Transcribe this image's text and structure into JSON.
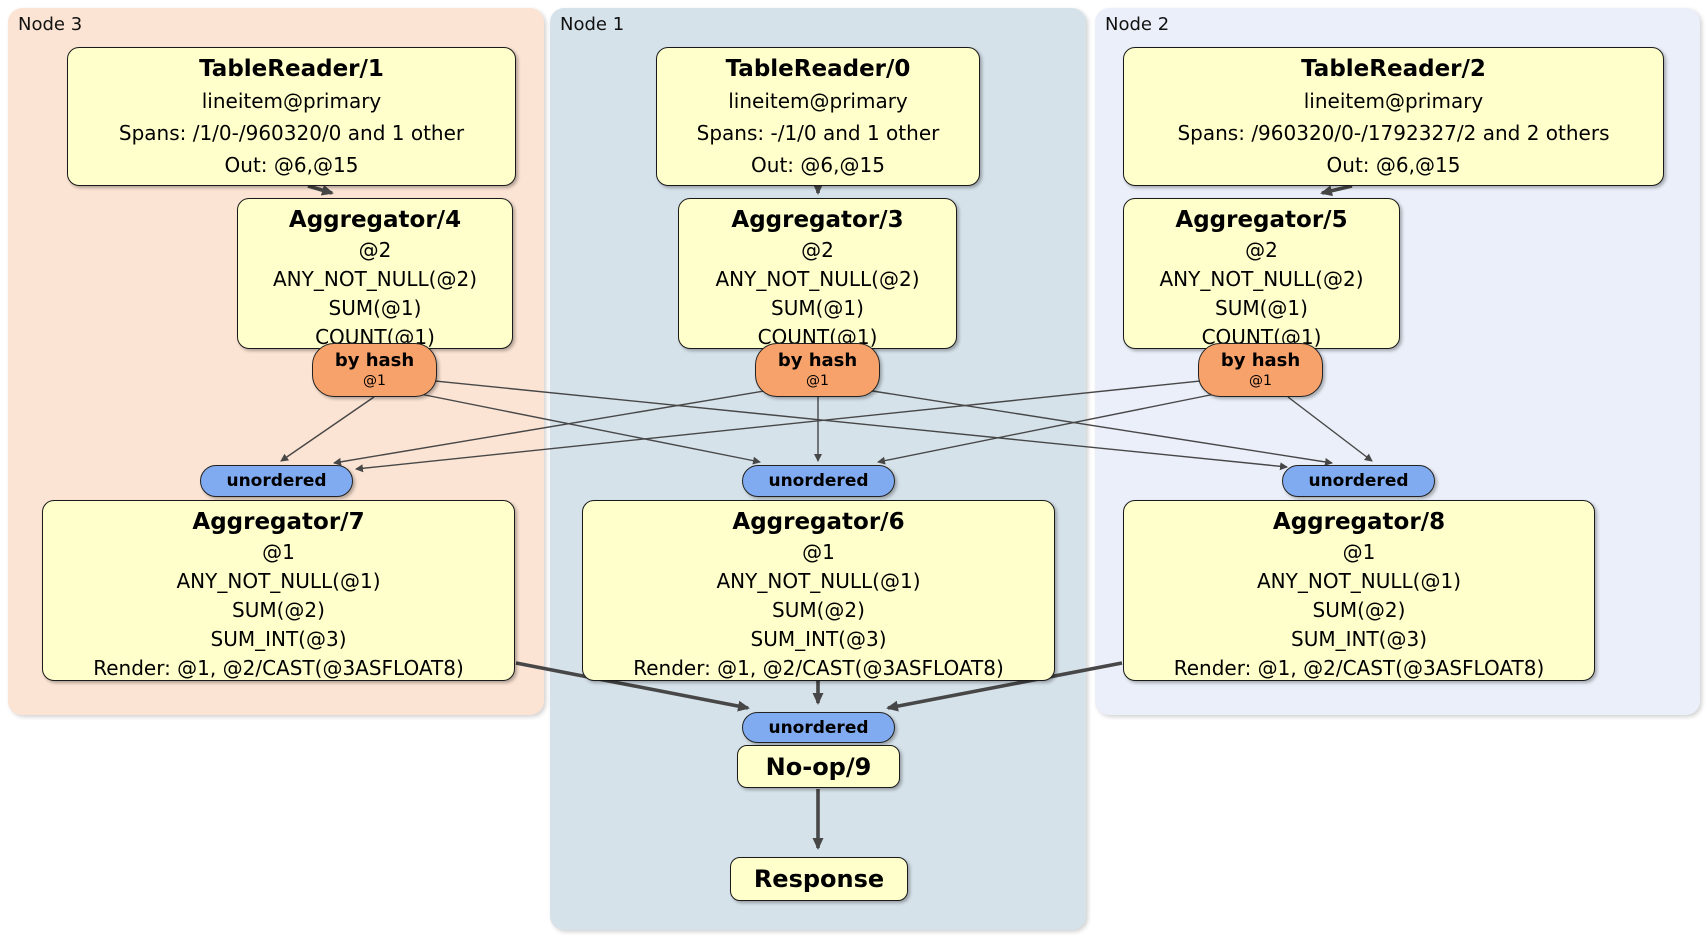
{
  "regions": {
    "node3": {
      "label": "Node 3"
    },
    "node1": {
      "label": "Node 1"
    },
    "node2": {
      "label": "Node 2"
    }
  },
  "processors": {
    "tablereader1": {
      "title": "TableReader/1",
      "lines": [
        "lineitem@primary",
        "Spans: /1/0-/960320/0 and 1 other",
        "Out: @6,@15"
      ]
    },
    "tablereader0": {
      "title": "TableReader/0",
      "lines": [
        "lineitem@primary",
        "Spans: -/1/0 and 1 other",
        "Out: @6,@15"
      ]
    },
    "tablereader2": {
      "title": "TableReader/2",
      "lines": [
        "lineitem@primary",
        "Spans: /960320/0-/1792327/2 and 2 others",
        "Out: @6,@15"
      ]
    },
    "aggregator4": {
      "title": "Aggregator/4",
      "lines": [
        "@2",
        "ANY_NOT_NULL(@2)",
        "SUM(@1)",
        "COUNT(@1)"
      ]
    },
    "aggregator3": {
      "title": "Aggregator/3",
      "lines": [
        "@2",
        "ANY_NOT_NULL(@2)",
        "SUM(@1)",
        "COUNT(@1)"
      ]
    },
    "aggregator5": {
      "title": "Aggregator/5",
      "lines": [
        "@2",
        "ANY_NOT_NULL(@2)",
        "SUM(@1)",
        "COUNT(@1)"
      ]
    },
    "aggregator7": {
      "title": "Aggregator/7",
      "lines": [
        "@1",
        "ANY_NOT_NULL(@1)",
        "SUM(@2)",
        "SUM_INT(@3)",
        "Render: @1, @2/CAST(@3ASFLOAT8)"
      ]
    },
    "aggregator6": {
      "title": "Aggregator/6",
      "lines": [
        "@1",
        "ANY_NOT_NULL(@1)",
        "SUM(@2)",
        "SUM_INT(@3)",
        "Render: @1, @2/CAST(@3ASFLOAT8)"
      ]
    },
    "aggregator8": {
      "title": "Aggregator/8",
      "lines": [
        "@1",
        "ANY_NOT_NULL(@1)",
        "SUM(@2)",
        "SUM_INT(@3)",
        "Render: @1, @2/CAST(@3ASFLOAT8)"
      ]
    },
    "noop9": {
      "title": "No-op/9"
    },
    "response": {
      "title": "Response"
    }
  },
  "routers": {
    "byhash4": {
      "label": "by hash",
      "detail": "@1"
    },
    "byhash3": {
      "label": "by hash",
      "detail": "@1"
    },
    "byhash5": {
      "label": "by hash",
      "detail": "@1"
    }
  },
  "syncs": {
    "unordered7": {
      "label": "unordered"
    },
    "unordered6": {
      "label": "unordered"
    },
    "unordered8": {
      "label": "unordered"
    },
    "unordered9": {
      "label": "unordered"
    }
  },
  "colors": {
    "region_node3": "#fce4d4",
    "region_node1": "#d6e2ea",
    "region_node2": "#eaeff9",
    "box_fill": "#ffffcc",
    "box_border": "#1a1a1a",
    "router_fill": "#f7a26b",
    "sync_fill": "#81abf1",
    "edge_color": "#474747"
  }
}
